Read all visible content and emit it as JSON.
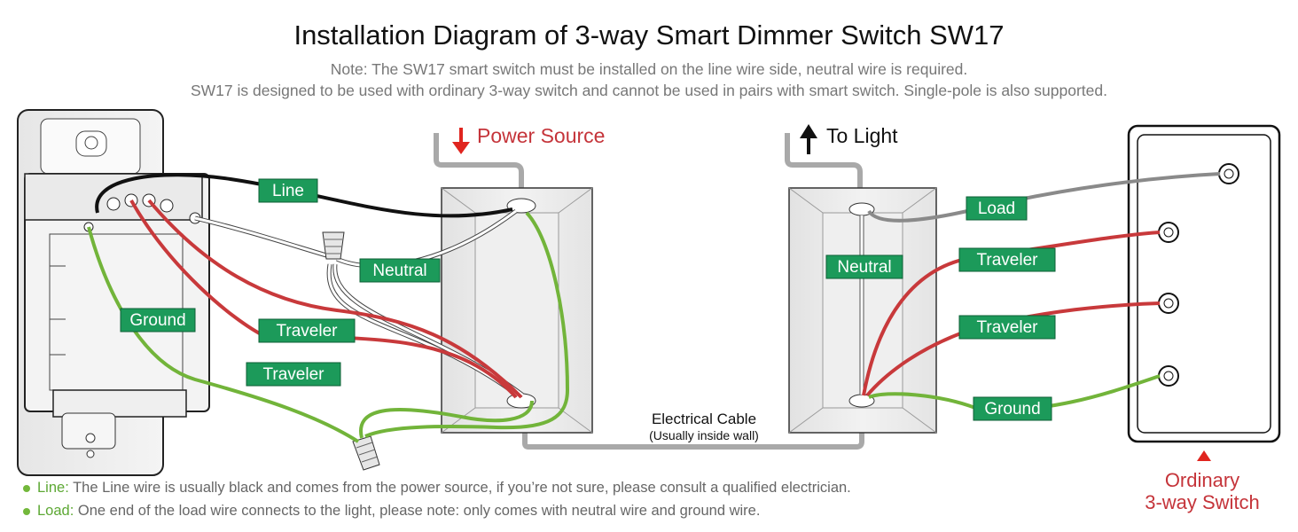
{
  "title": "Installation Diagram of 3-way Smart Dimmer Switch SW17",
  "notes": {
    "line1": "Note: The SW17 smart switch must be installed on the line wire side, neutral wire is required.",
    "line2": "SW17 is designed to be used with ordinary 3-way switch and cannot be used in pairs with smart switch. Single-pole is also supported."
  },
  "labels": {
    "power_source": "Power Source",
    "to_light": "To Light",
    "electrical_cable": "Electrical Cable",
    "cable_note": "(Usually inside wall)",
    "ordinary_line1": "Ordinary",
    "ordinary_line2": "3-way Switch"
  },
  "wire_tags": {
    "line": "Line",
    "neutral_left": "Neutral",
    "ground_left": "Ground",
    "traveler_left_1": "Traveler",
    "traveler_left_2": "Traveler",
    "load": "Load",
    "neutral_right": "Neutral",
    "traveler_right_1": "Traveler",
    "traveler_right_2": "Traveler",
    "ground_right": "Ground"
  },
  "legend": {
    "line_key": "Line:",
    "line_text": "The Line wire is usually black and comes from the power source, if you’re not sure, please consult a qualified electrician.",
    "load_key": "Load:",
    "load_text": "One end of the load wire connects to the light, please note: only comes with neutral wire and ground wire."
  },
  "colors": {
    "line_wire": "#111111",
    "traveler_wire": "#c8393b",
    "ground_wire": "#72b43a",
    "neutral_wire": "#ffffff",
    "load_wire": "#8a8a8a",
    "tag_fill": "#1c9a5a",
    "arrow_red": "#e0251f",
    "label_red": "#c5343a"
  }
}
